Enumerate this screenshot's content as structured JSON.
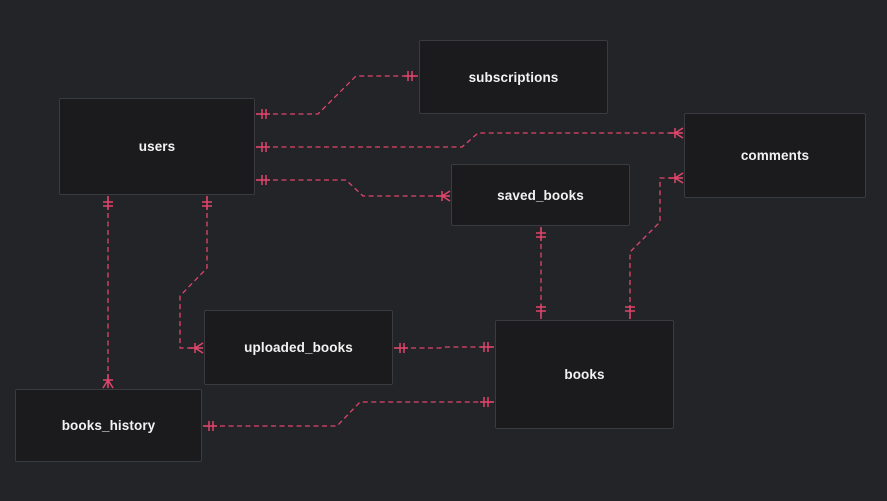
{
  "diagram": {
    "type": "entity-relationship",
    "edge_color": "#e0456a",
    "background": "#232428",
    "entity_fill": "#1b1b1d",
    "entities": [
      {
        "id": "users",
        "label": "users"
      },
      {
        "id": "subscriptions",
        "label": "subscriptions"
      },
      {
        "id": "comments",
        "label": "comments"
      },
      {
        "id": "saved_books",
        "label": "saved_books"
      },
      {
        "id": "uploaded_books",
        "label": "uploaded_books"
      },
      {
        "id": "books",
        "label": "books"
      },
      {
        "id": "books_history",
        "label": "books_history"
      }
    ],
    "relationships": [
      {
        "from": "users",
        "to": "subscriptions",
        "from_card": "one-and-only-one",
        "to_card": "one-and-only-one"
      },
      {
        "from": "users",
        "to": "comments",
        "from_card": "one-and-only-one",
        "to_card": "one-or-many"
      },
      {
        "from": "users",
        "to": "saved_books",
        "from_card": "one-and-only-one",
        "to_card": "one-or-many"
      },
      {
        "from": "users",
        "to": "books_history",
        "from_card": "one-and-only-one",
        "to_card": "one-or-many"
      },
      {
        "from": "users",
        "to": "uploaded_books",
        "from_card": "one-and-only-one",
        "to_card": "one-or-many"
      },
      {
        "from": "saved_books",
        "to": "books",
        "from_card": "one-and-only-one",
        "to_card": "one-and-only-one"
      },
      {
        "from": "books",
        "to": "comments",
        "from_card": "one-and-only-one",
        "to_card": "one-or-many"
      },
      {
        "from": "uploaded_books",
        "to": "books",
        "from_card": "one-and-only-one",
        "to_card": "one-and-only-one"
      },
      {
        "from": "books_history",
        "to": "books",
        "from_card": "one-and-only-one",
        "to_card": "one-and-only-one"
      }
    ]
  }
}
